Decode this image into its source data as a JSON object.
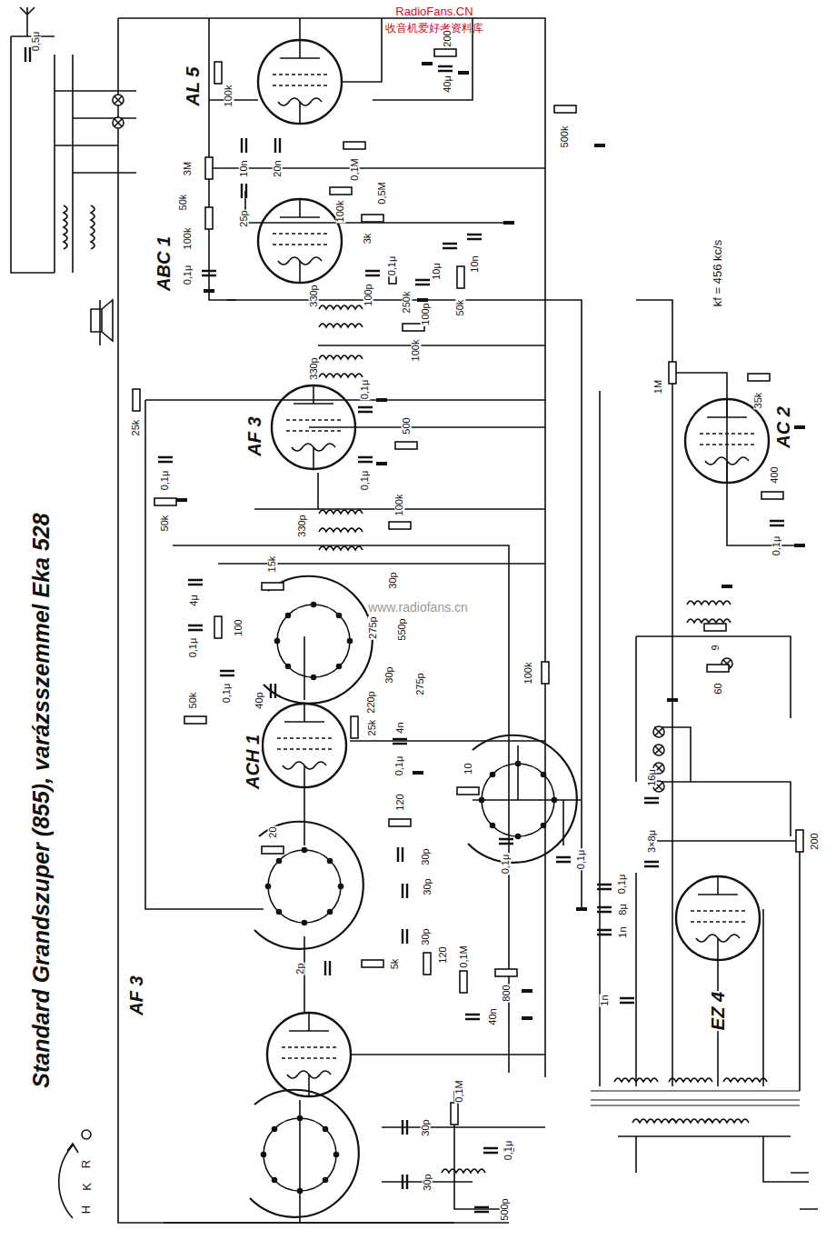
{
  "diagram": {
    "title": "Standard Grandszuper (855), varázsszemmel Eka 528",
    "labels": [
      "RadioFans.CN",
      "收音机爱好者资料库",
      "0,5μ",
      "AL 5",
      "200",
      "40μ",
      "100k",
      "10n",
      "20n",
      "0,1M",
      "500k",
      "3M",
      "50k",
      "100k",
      "0,1μ",
      "ABC 1",
      "25p",
      "100k",
      "0,5M",
      "3k",
      "0,1μ",
      "100p",
      "250k",
      "100p",
      "10μ",
      "10n",
      "50k",
      "330p",
      "100k",
      "330p",
      "kf = 456 kc/s",
      "25k",
      "AF 3",
      "0,1μ",
      "500",
      "0,1μ",
      "100k",
      "0,1μ",
      "50k",
      "330p",
      "1M",
      "AC 2",
      "35k",
      "400",
      "0,1μ",
      "9",
      "60",
      "15k",
      "30p",
      "275p",
      "550p",
      "30p",
      "275p",
      "220p",
      "4n",
      "4μ",
      "0,1μ",
      "100",
      "50k",
      "0,1μ",
      "40p",
      "ACH 1",
      "25k",
      "0,1μ",
      "120",
      "100k",
      "10",
      "20",
      "16μ",
      "3×8μ",
      "200",
      "0,1μ",
      "8μ",
      "1n",
      "1n",
      "EZ 4",
      "30p",
      "30p",
      "30p",
      "0,1μ",
      "0,1μ",
      "120",
      "0,1M",
      "5k",
      "2p",
      "800",
      "40n",
      "AF 3",
      "0,1M",
      "30p",
      "30p",
      "0,1μ",
      "500p",
      "H",
      "K",
      "R",
      "www.radiofans.cn"
    ]
  }
}
